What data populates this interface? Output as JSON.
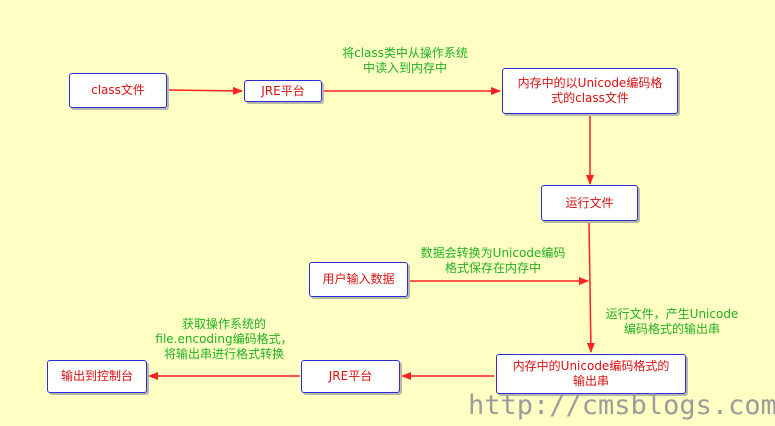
{
  "nodes": {
    "class_file": "class文件",
    "jre_top": "JRE平台",
    "memory_class": "内存中的以Unicode编码格\n式的class文件",
    "run_file": "运行文件",
    "user_input": "用户输入数据",
    "memory_output": "内存中的Unicode编码格式的\n输出串",
    "jre_bottom": "JRE平台",
    "console": "输出到控制台"
  },
  "labels": {
    "load_to_memory": "将class类中从操作系统\n中读入到内存中",
    "convert_to_unicode": "数据会转换为Unicode编码\n格式保存在内存中",
    "produce_output": "运行文件，产生Unicode\n编码格式的输出串",
    "fetch_encoding": "获取操作系统的\nfile.encoding编码格式，\n将输出串进行格式转换"
  },
  "watermark": "http://cmsblogs.com/",
  "colors": {
    "background": "#ffffc4",
    "node_border": "#2d2dd6",
    "node_text": "#d91010",
    "label_text": "#22b022",
    "arrow": "#ff2020"
  }
}
